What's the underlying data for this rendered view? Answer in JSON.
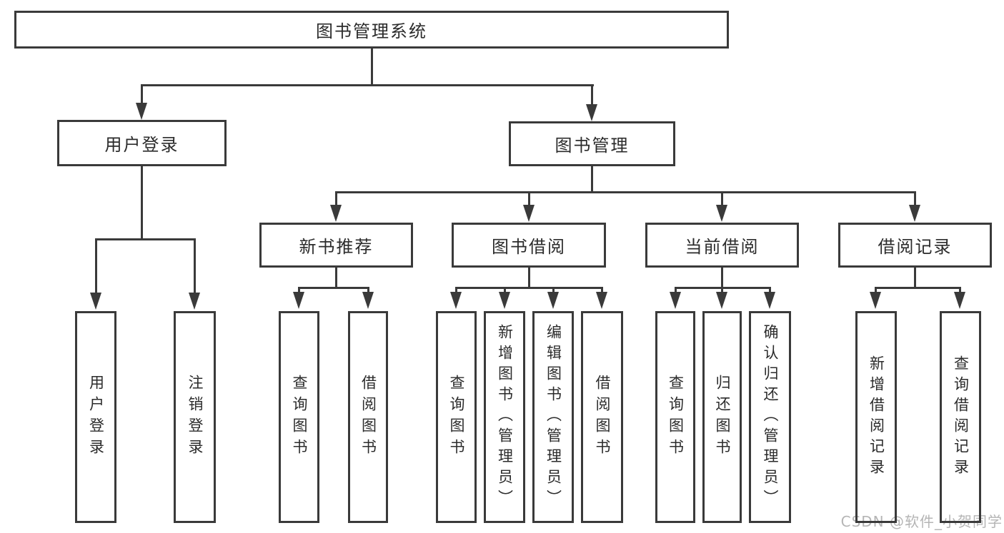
{
  "colors": {
    "line": "#3a3a3a",
    "text": "#2b2b2b",
    "watermark": "#b5b5b5",
    "background": "#ffffff"
  },
  "watermark": {
    "text": "CSDN @软件_小贺同学"
  },
  "tree": {
    "root": "图书管理系统",
    "branches": [
      {
        "label": "用户登录",
        "children": [
          "用户登录",
          "注销登录"
        ]
      },
      {
        "label": "图书管理",
        "children": [
          {
            "label": "新书推荐",
            "children": [
              "查询图书",
              "借阅图书"
            ]
          },
          {
            "label": "图书借阅",
            "children": [
              "查询图书",
              "新增图书（管理员）",
              "编辑图书（管理员）",
              "借阅图书"
            ]
          },
          {
            "label": "当前借阅",
            "children": [
              "查询图书",
              "归还图书",
              "确认归还（管理员）"
            ]
          },
          {
            "label": "借阅记录",
            "children": [
              "新增借阅记录",
              "查询借阅记录"
            ]
          }
        ]
      }
    ]
  }
}
